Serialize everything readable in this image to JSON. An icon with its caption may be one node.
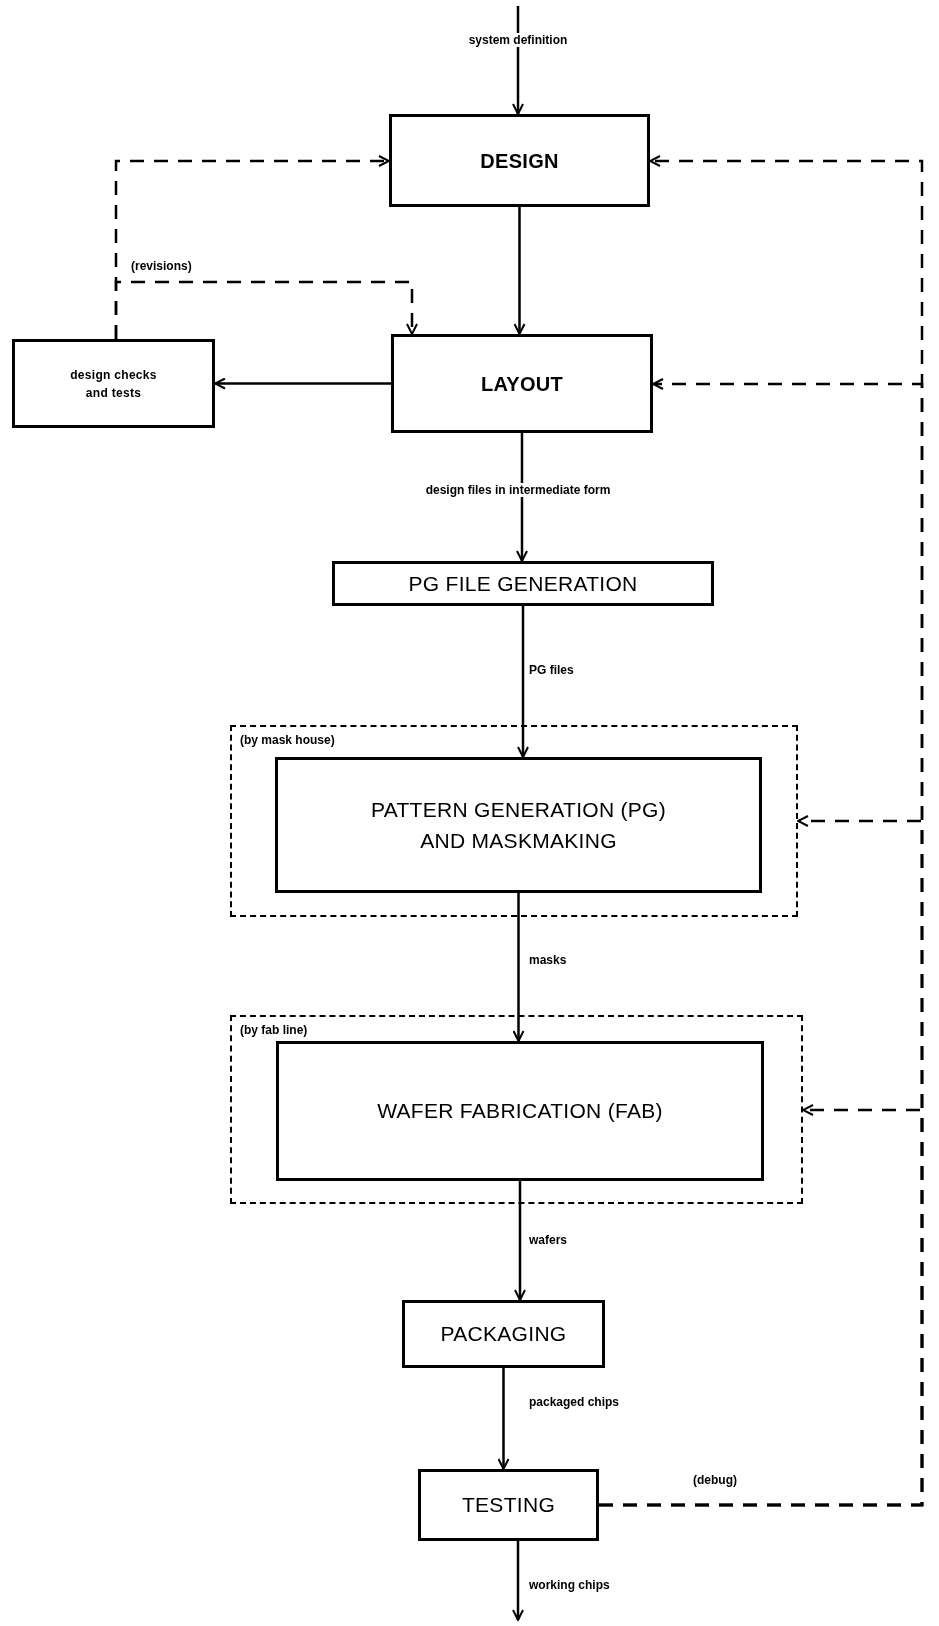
{
  "diagram": {
    "nodes": [
      {
        "text": [
          "DESIGN"
        ]
      },
      {
        "text": [
          "design checks and tests"
        ]
      },
      {
        "text": [
          "LAYOUT"
        ]
      },
      {
        "text": [
          "PG FILE GENERATION"
        ]
      },
      {
        "text": [
          "(by mask house)"
        ]
      },
      {
        "text": [
          "PATTERN GENERATION (PG) AND MASKMAKING"
        ],
        "in": 4
      },
      {
        "text": [
          "(by fab line)"
        ]
      },
      {
        "text": [
          "WAFER FABRICATION (FAB)"
        ],
        "in": 6
      },
      {
        "text": [
          "PACKAGING"
        ]
      },
      {
        "text": [
          "TESTING"
        ]
      }
    ],
    "edges": [
      {
        "from": null,
        "to": 0,
        "arrow": "to",
        "label": "system definition"
      },
      {
        "from": 0,
        "to": 2,
        "arrow": "to"
      },
      {
        "from": 2,
        "to": 1,
        "arrow": "to"
      },
      {
        "from": 1,
        "to": 0,
        "arrow": "to",
        "style": "dashed"
      },
      {
        "from": 1,
        "to": 2,
        "arrow": "to",
        "style": "dashed",
        "label": "(revisions)"
      },
      {
        "from": 2,
        "to": 3,
        "arrow": "to",
        "label": "design files in intermediate form"
      },
      {
        "from": 3,
        "to": 5,
        "arrow": "to",
        "label": "PG files"
      },
      {
        "from": 5,
        "to": 7,
        "arrow": "to",
        "label": "masks"
      },
      {
        "from": 7,
        "to": 8,
        "arrow": "to",
        "label": "wafers"
      },
      {
        "from": 8,
        "to": 9,
        "arrow": "to",
        "label": "packaged chips"
      },
      {
        "from": 9,
        "to": null,
        "arrow": "to",
        "label": "working chips"
      },
      {
        "from": 9,
        "to": 0,
        "arrow": "to",
        "style": "dashed",
        "label": "(debug)"
      },
      {
        "from": 9,
        "to": 2,
        "arrow": "to",
        "style": "dashed"
      },
      {
        "from": 9,
        "to": 4,
        "arrow": "to",
        "style": "dashed"
      },
      {
        "from": 9,
        "to": 6,
        "arrow": "to",
        "style": "dashed"
      }
    ]
  }
}
